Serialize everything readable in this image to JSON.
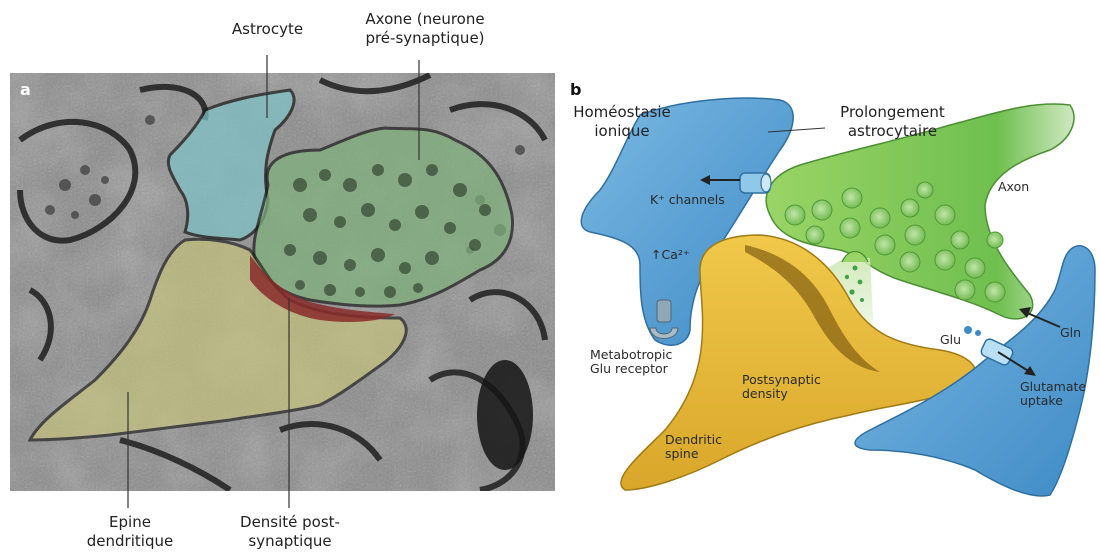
{
  "panel_a": {
    "letter": "a",
    "label_astrocyte": "Astrocyte",
    "label_axone_1": "Axone (neurone",
    "label_axone_2": "pré-synaptique)",
    "label_epine_1": "Epine",
    "label_epine_2": "dendritique",
    "label_densite_1": "Densité post-",
    "label_densite_2": "synaptique"
  },
  "panel_b": {
    "letter": "b",
    "homeostasie_1": "Homéostasie",
    "homeostasie_2": "ionique",
    "prolongement_1": "Prolongement",
    "prolongement_2": "astrocytaire",
    "axon": "Axon",
    "k_channels": "K⁺ channels",
    "ca": "↑Ca²⁺",
    "metabotropic_1": "Metabotropic",
    "metabotropic_2": "Glu receptor",
    "postsynaptic_1": "Postsynaptic",
    "postsynaptic_2": "density",
    "dendritic_1": "Dendritic",
    "dendritic_2": "spine",
    "glu": "Glu",
    "gln": "Gln",
    "glutamate_1": "Glutamate",
    "glutamate_2": "uptake"
  },
  "colors": {
    "astrocyte_em": "#7fc3c7",
    "axon_em": "#7fb27a",
    "spine_em": "#c9c77a",
    "psd_em": "#8a2a2a",
    "astro_blue": "#4f9bd2",
    "axon_green": "#7cc45a",
    "spine_yellow": "#e4b93a"
  }
}
